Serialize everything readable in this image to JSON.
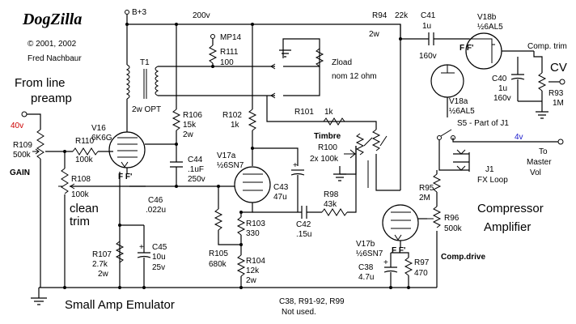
{
  "header": {
    "logo": "DogZilla",
    "copyright": "© 2001, 2002",
    "author": "Fred Nachbaur"
  },
  "rails": {
    "b3": "B+3",
    "v200": "200v"
  },
  "input": {
    "line1": "From line",
    "line2": "preamp",
    "voltage": "40v",
    "gain": "GAIN"
  },
  "components": {
    "r109": [
      "R109",
      "500k"
    ],
    "r110": [
      "R110",
      "100k"
    ],
    "r108": [
      "R108",
      "100k"
    ],
    "clean": [
      "clean",
      "trim"
    ],
    "v16": [
      "V16",
      "6K6G"
    ],
    "ff1": "F F'",
    "t1": [
      "T1",
      "2w OPT"
    ],
    "mp14": "MP14",
    "r111": [
      "R111",
      "100"
    ],
    "zload": [
      "Zload",
      "nom 12 ohm"
    ],
    "r106": [
      "R106",
      "15k",
      "2w"
    ],
    "r102": [
      "R102",
      "1k"
    ],
    "c44": [
      "C44",
      ".1uF",
      "250v"
    ],
    "c46": [
      "C46",
      ".022u"
    ],
    "v17a": [
      "V17a",
      "½6SN7"
    ],
    "c43": [
      "C43",
      "47u"
    ],
    "r101": [
      "R101",
      "1k"
    ],
    "timbre": "Timbre",
    "r100": [
      "R100",
      "2x 100k"
    ],
    "r98": [
      "R98",
      "43k"
    ],
    "c42": [
      "C42",
      ".15u"
    ],
    "r103": [
      "R103",
      "330"
    ],
    "r105": [
      "R105",
      "680k"
    ],
    "r104": [
      "R104",
      "12k",
      "2w"
    ],
    "r107": [
      "R107",
      "2.7k",
      "2w"
    ],
    "c45": [
      "C45",
      "10u",
      "25v"
    ],
    "r94": [
      "R94",
      "22k",
      "2w"
    ],
    "c41": [
      "C41",
      "1u",
      "160v"
    ],
    "v18b": [
      "V18b",
      "½6AL5"
    ],
    "ff2": "F F'",
    "v18a": [
      "V18a",
      "½6AL5"
    ],
    "comp_trim": "Comp. trim",
    "cv": "CV",
    "c40": [
      "C40",
      "1u",
      "160v"
    ],
    "r93": [
      "R93",
      "1M"
    ],
    "s5": "S5 - Part of J1",
    "v4": "4v",
    "master": [
      "To",
      "Master",
      "Vol"
    ],
    "j1": [
      "J1",
      "FX Loop"
    ],
    "r95": [
      "R95",
      "2M"
    ],
    "r96": [
      "R96",
      "500k"
    ],
    "v17b": [
      "V17b",
      "½6SN7"
    ],
    "ff3": "F F'",
    "comp_drive": "Comp.drive",
    "c38": [
      "C38",
      "4.7u"
    ],
    "r97": [
      "R97",
      "470"
    ]
  },
  "labels": {
    "compressor": [
      "Compressor",
      "Amplifier"
    ],
    "small_amp": "Small Amp Emulator",
    "not_used": [
      "C38, R91-92, R99",
      "Not used."
    ]
  }
}
